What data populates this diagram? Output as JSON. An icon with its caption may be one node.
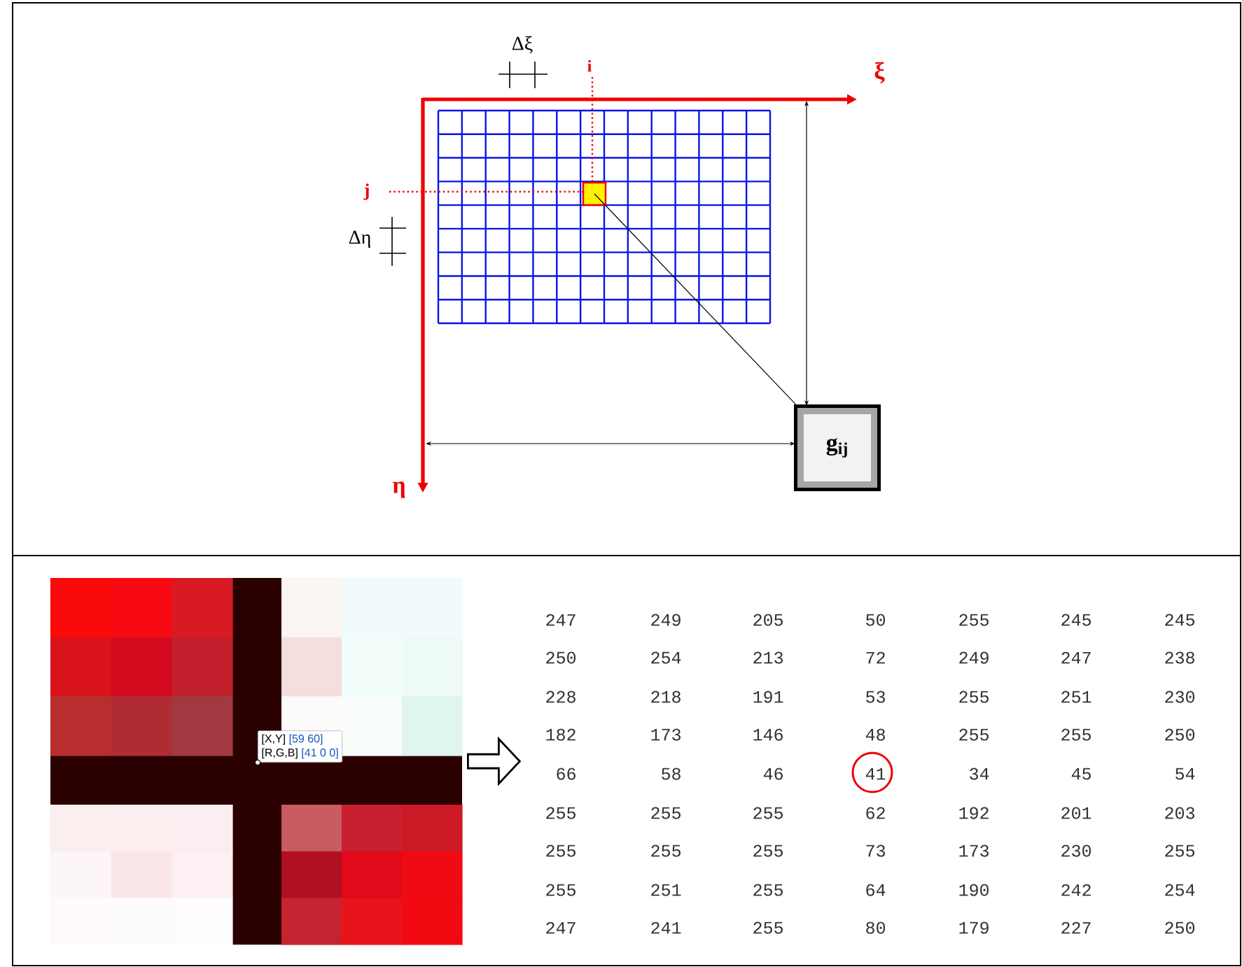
{
  "diagram": {
    "nodes": [
      {
        "text": [],
        "shape": "box"
      },
      {
        "text": [
          "g$_{ij}$"
        ]
      },
      {
        "text": [],
        "shape": "picture"
      },
      {
        "text": [
          "[X,Y]",
          "[59 60]",
          "[R,G,B]",
          "[41 0 0]"
        ],
        "in": 2
      }
    ],
    "edges": [
      {
        "from": 0,
        "to": 1,
        "arrow": "none"
      },
      {
        "from": 2,
        "to": null,
        "arrow": "to"
      }
    ],
    "labels": [
      "ξ",
      "η",
      "i",
      "j",
      "Δξ",
      "Δη",
      "247",
      "249",
      "205",
      "50",
      "255",
      "245",
      "245",
      "250",
      "254",
      "213",
      "72",
      "249",
      "247",
      "238",
      "228",
      "218",
      "191",
      "53",
      "255",
      "251",
      "230",
      "182",
      "173",
      "146",
      "48",
      "255",
      "255",
      "250",
      "66",
      "58",
      "46",
      "41",
      "34",
      "45",
      "54",
      "255",
      "255",
      "255",
      "62",
      "192",
      "201",
      "203",
      "255",
      "255",
      "255",
      "73",
      "173",
      "230",
      "255",
      "255",
      "251",
      "255",
      "64",
      "190",
      "242",
      "254",
      "247",
      "241",
      "255",
      "80",
      "179",
      "227",
      "250"
    ]
  }
}
